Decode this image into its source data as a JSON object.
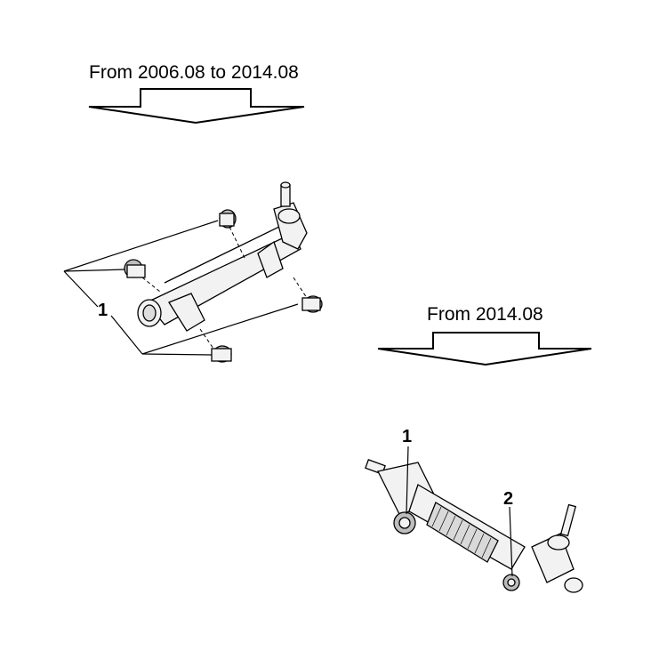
{
  "top_section": {
    "heading": "From 2006.08 to 2014.08",
    "callout": "1"
  },
  "bottom_section": {
    "heading": "From 2014.08",
    "callouts": [
      "1",
      "2"
    ]
  },
  "colors": {
    "line": "#000000",
    "part_fill": "#f2f2f2",
    "shade": "#bdbdbd"
  }
}
